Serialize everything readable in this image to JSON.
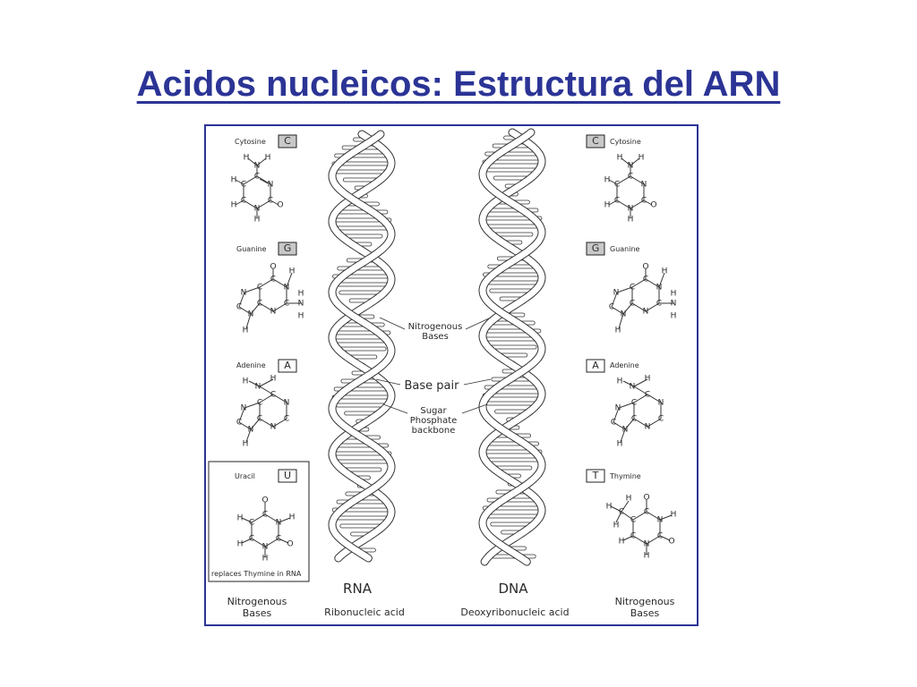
{
  "slide": {
    "title": "Acidos nucleicos: Estructura del ARN"
  },
  "figure": {
    "left_column": {
      "cytosine": {
        "name": "Cytosine",
        "letter": "C"
      },
      "guanine": {
        "name": "Guanine",
        "letter": "G"
      },
      "adenine": {
        "name": "Adenine",
        "letter": "A"
      },
      "uracil": {
        "name": "Uracil",
        "letter": "U",
        "note": "replaces Thymine in RNA"
      },
      "caption_line1": "Nitrogenous",
      "caption_line2": "Bases"
    },
    "right_column": {
      "cytosine": {
        "name": "Cytosine",
        "letter": "C"
      },
      "guanine": {
        "name": "Guanine",
        "letter": "G"
      },
      "adenine": {
        "name": "Adenine",
        "letter": "A"
      },
      "thymine": {
        "name": "Thymine",
        "letter": "T"
      },
      "caption_line1": "Nitrogenous",
      "caption_line2": "Bases"
    },
    "labels": {
      "nitrogenous_bases_line1": "Nitrogenous",
      "nitrogenous_bases_line2": "Bases",
      "base_pair": "Base pair",
      "sugar_line1": "Sugar",
      "sugar_line2": "Phosphate",
      "sugar_line3": "backbone"
    },
    "rna": {
      "abbr": "RNA",
      "full": "Ribonucleic acid"
    },
    "dna": {
      "abbr": "DNA",
      "full": "Deoxyribonucleic acid"
    }
  }
}
